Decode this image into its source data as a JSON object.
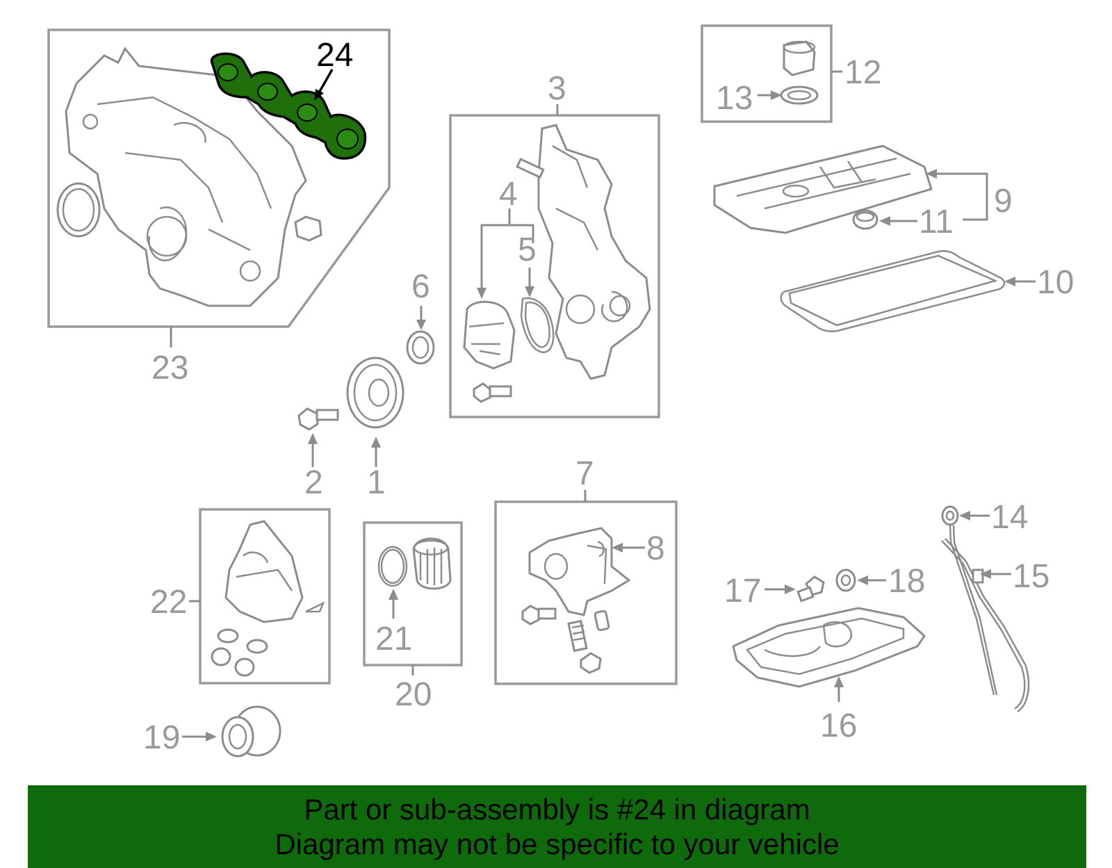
{
  "diagram": {
    "highlighted_part": "24",
    "labels": {
      "p1": "1",
      "p2": "2",
      "p3": "3",
      "p4": "4",
      "p5": "5",
      "p6": "6",
      "p7": "7",
      "p8": "8",
      "p9": "9",
      "p10": "10",
      "p11": "11",
      "p12": "12",
      "p13": "13",
      "p14": "14",
      "p15": "15",
      "p16": "16",
      "p17": "17",
      "p18": "18",
      "p19": "19",
      "p20": "20",
      "p21": "21",
      "p22": "22",
      "p23": "23",
      "p24": "24"
    },
    "colors": {
      "part_line": "#8c8c8c",
      "label_gray": "#9a9a9a",
      "highlight_fill": "#1f6f0a",
      "banner": "#0f6a0b"
    }
  },
  "footer": {
    "line1": "Part or sub-assembly is #24 in diagram",
    "line2": "Diagram may not be specific to your vehicle"
  }
}
